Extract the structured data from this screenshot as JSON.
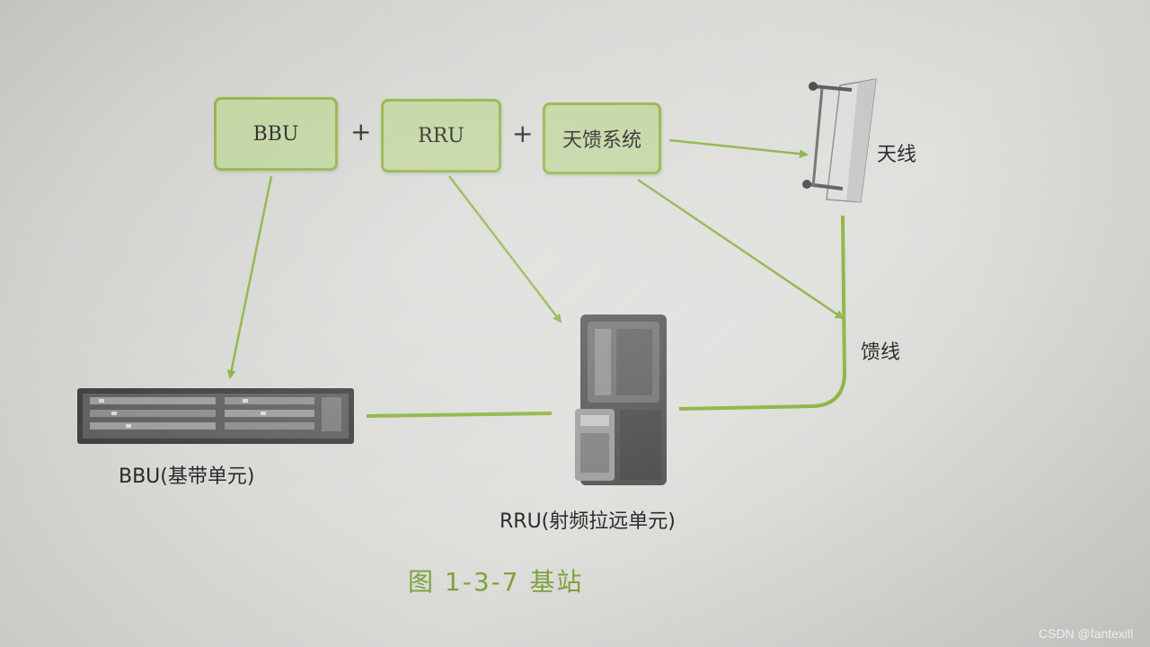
{
  "diagram": {
    "boxes": {
      "bbu": "BBU",
      "rru": "RRU",
      "antenna_system": "天馈系统"
    },
    "plus_sign": "+",
    "labels": {
      "antenna": "天线",
      "feeder": "馈线",
      "bbu_device": "BBU(基带单元)",
      "rru_device": "RRU(射频拉远单元)"
    },
    "caption": "图 1-3-7   基站",
    "watermark": "CSDN @fantexill",
    "colors": {
      "box_fill": "#bfd39d",
      "box_border": "#8eb23e",
      "arrow": "#86b03a",
      "caption": "#7ba036"
    }
  }
}
